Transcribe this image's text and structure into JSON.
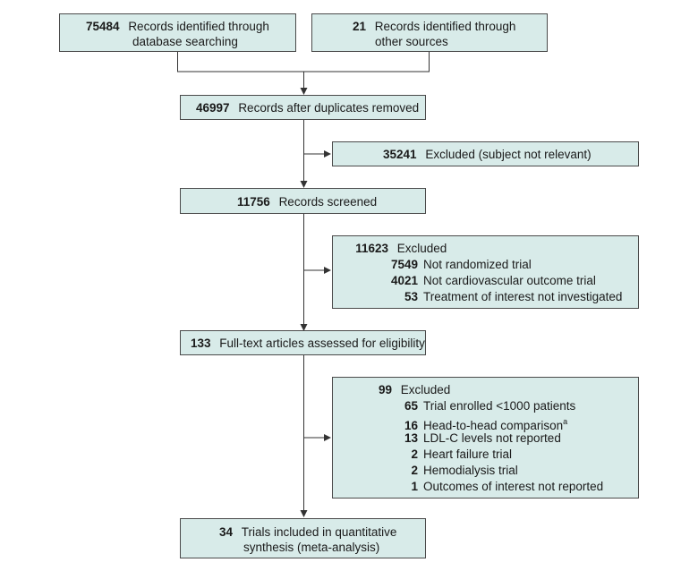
{
  "colors": {
    "box_fill": "#d8ebe9",
    "box_border": "#4a4a4a",
    "line": "#333333"
  },
  "identification": {
    "database": {
      "count": "75484",
      "text_line1": "Records identified through",
      "text_line2": "database searching"
    },
    "other": {
      "count": "21",
      "text_line1": "Records identified through",
      "text_line2": "other sources"
    }
  },
  "duplicates_removed": {
    "count": "46997",
    "text": "Records after duplicates removed"
  },
  "excluded_subject": {
    "count": "35241",
    "text": "Excluded (subject not relevant)"
  },
  "screened": {
    "count": "11756",
    "text": "Records screened"
  },
  "excluded_screen": {
    "count": "11623",
    "text": "Excluded",
    "reasons": [
      {
        "count": "7549",
        "text": "Not randomized trial"
      },
      {
        "count": "4021",
        "text": "Not cardiovascular outcome trial"
      },
      {
        "count": "53",
        "text": "Treatment of interest not investigated"
      }
    ]
  },
  "fulltext": {
    "count": "133",
    "text": "Full-text articles assessed for eligibility"
  },
  "excluded_fulltext": {
    "count": "99",
    "text": "Excluded",
    "reasons": [
      {
        "count": "65",
        "text": "Trial enrolled <1000 patients"
      },
      {
        "count": "16",
        "text": "Head-to-head comparison",
        "sup": "a"
      },
      {
        "count": "13",
        "text": "LDL-C levels not reported"
      },
      {
        "count": "2",
        "text": "Heart failure trial"
      },
      {
        "count": "2",
        "text": "Hemodialysis trial"
      },
      {
        "count": "1",
        "text": "Outcomes of interest not reported"
      }
    ]
  },
  "included": {
    "count": "34",
    "text_line1": "Trials included in quantitative",
    "text_line2": "synthesis (meta-analysis)"
  }
}
